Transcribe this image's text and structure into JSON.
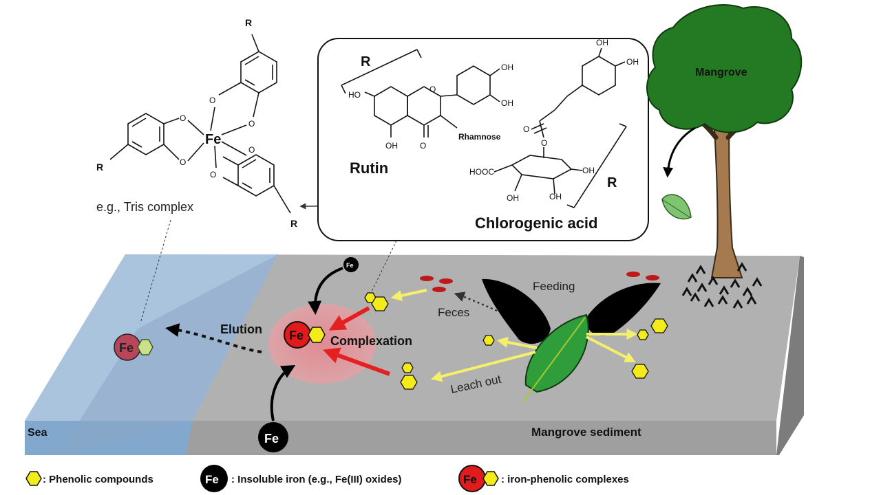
{
  "tris": {
    "fe": "Fe",
    "o": "O",
    "r": "R",
    "caption": "e.g., Tris complex"
  },
  "inset": {
    "r_label": "R",
    "rutin": {
      "name": "Rutin",
      "ho": "HO",
      "oh": "OH",
      "o": "O",
      "rhamnose": "Rhamnose"
    },
    "chlorogenic": {
      "name": "Chlorogenic acid",
      "oh": "OH",
      "o": "O",
      "hooc": "HOOC"
    }
  },
  "tree": {
    "label": "Mangrove"
  },
  "scene": {
    "feeding": "Feeding",
    "feces": "Feces",
    "elution": "Elution",
    "complexation": "Complexation",
    "leach_out": "Leach out",
    "sea": "Sea",
    "sediment": "Mangrove sediment",
    "fe": "Fe"
  },
  "legend": {
    "phenolic": ": Phenolic compounds",
    "insoluble": ": Insoluble iron (e.g., Fe(III) oxides)",
    "complex": ": iron-phenolic complexes",
    "fe": "Fe"
  },
  "colors": {
    "sea": "#a9c8e6",
    "sediment_top": "#b3b2b2",
    "sediment_front": "#9d9c9c",
    "phenolic": "#f3ec1a",
    "iron_black": "#000000",
    "iron_red": "#e11b1b",
    "complex_zone": "#e39aa0",
    "leaf": "#2f9e3a",
    "tree_crown": "#237a22",
    "trunk": "#a47a4e",
    "arrow_red": "#e52020",
    "arrow_yellow": "#f5f06a"
  }
}
